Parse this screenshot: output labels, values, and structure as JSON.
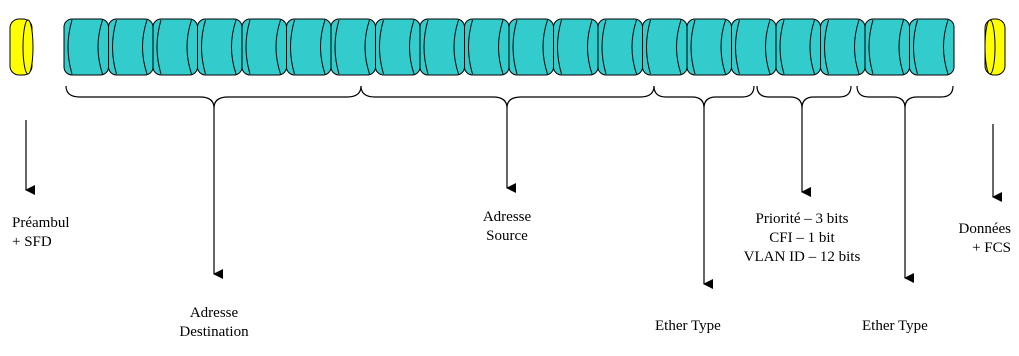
{
  "colors": {
    "cylinder_fill": "#33cccc",
    "cylinder_stroke": "#000000",
    "end_cap_fill": "#ffff00",
    "ink": "#000000"
  },
  "frame": {
    "byte_count": 20,
    "field_groups": [
      {
        "name": "destination",
        "bytes": 6
      },
      {
        "name": "source",
        "bytes": 6
      },
      {
        "name": "ether-type-tag",
        "bytes": 2
      },
      {
        "name": "tci",
        "bytes": 2
      },
      {
        "name": "ether-type",
        "bytes": 2
      }
    ]
  },
  "labels": {
    "preamble_line1": "Préambul",
    "preamble_line2": "+ SFD",
    "destination_line1": "Adresse",
    "destination_line2": "Destination",
    "source_line1": "Adresse",
    "source_line2": "Source",
    "ether_type_1": "Ether Type",
    "tci_line1": "Priorité – 3 bits",
    "tci_line2": "CFI – 1 bit",
    "tci_line3": "VLAN ID – 12 bits",
    "ether_type_2": "Ether Type",
    "data_line1": "Données",
    "data_line2": "+ FCS"
  }
}
